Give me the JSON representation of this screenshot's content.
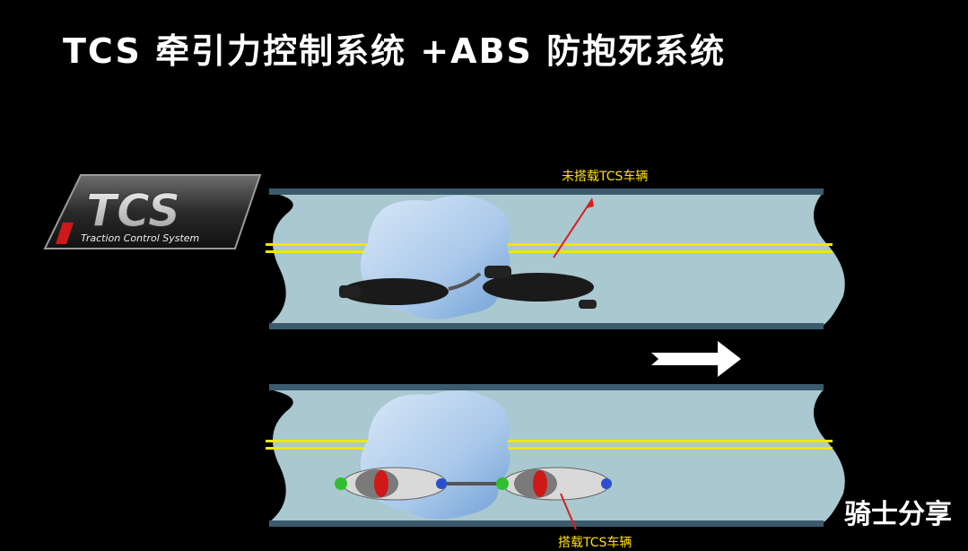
{
  "slide": {
    "title": "TCS 牵引力控制系统 +ABS 防抱死系统"
  },
  "logo": {
    "big_text": "TCS",
    "sub_text": "Traction Control System"
  },
  "lanes": {
    "top_label": "未搭载TCS车辆",
    "bottom_label": "搭载TCS车辆"
  },
  "watermark": {
    "text": "骑士分享"
  },
  "colors": {
    "background": "#000000",
    "road": "#a9c8d0",
    "road_edge": "#3b5a6e",
    "lane_line": "#f2e600",
    "ice": "#c9dcef",
    "label": "#ffe000",
    "pointer": "#d81e1e",
    "direction_arrow": "#ffffff"
  },
  "icons": [
    "tcs-logo",
    "direction-arrow-icon",
    "motorcycle-silhouette",
    "motorcycle-colored"
  ]
}
